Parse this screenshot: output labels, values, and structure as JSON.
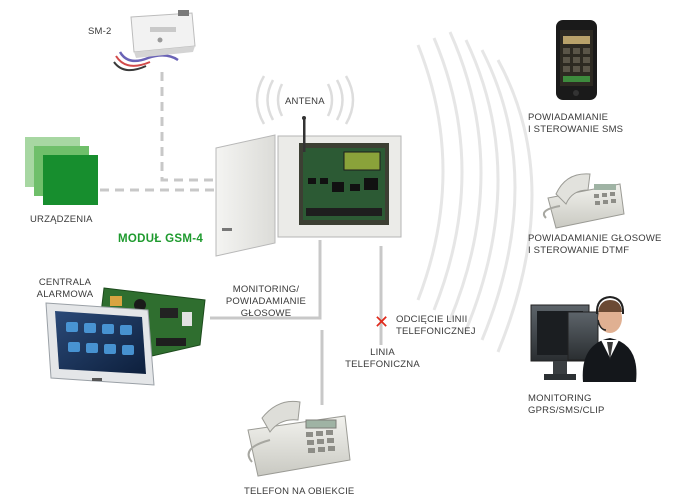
{
  "module": {
    "title": "MODUŁ GSM-4"
  },
  "labels": {
    "sm2": "SM-2",
    "antenna": "ANTENA",
    "devices": "URZĄDZENIA",
    "panel_1": "CENTRALA",
    "panel_2": "ALARMOWA",
    "monitoring_voice_1": "MONITORING/",
    "monitoring_voice_2": "POWIADAMIANIE",
    "monitoring_voice_3": "GŁOSOWE",
    "cutoff_1": "ODCIĘCIE LINII",
    "cutoff_2": "TELEFONICZNEJ",
    "phone_line_1": "LINIA",
    "phone_line_2": "TELEFONICZNA",
    "site_phone": "TELEFON NA OBIEKCIE",
    "sms_1": "POWIADAMIANIE",
    "sms_2": "I STEROWANIE SMS",
    "dtmf_1": "POWIADAMIANIE GŁOSOWE",
    "dtmf_2": "I STEROWANIE DTMF",
    "gprs_1": "MONITORING",
    "gprs_2": "GPRS/SMS/CLIP"
  },
  "colors": {
    "brand_green": "#1e9a2e",
    "line_gray": "#c8c8c8",
    "cut_red": "#e02a1c"
  }
}
